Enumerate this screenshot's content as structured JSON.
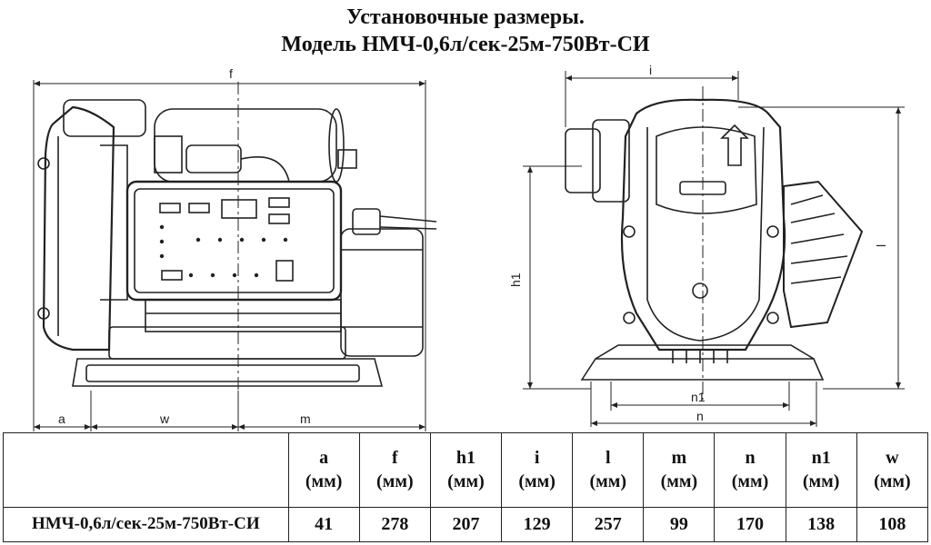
{
  "title": {
    "line1": "Установочные размеры.",
    "line2": "Модель НМЧ-0,6л/сек-25м-750Вт-СИ"
  },
  "dimension_labels": {
    "f": "f",
    "a": "a",
    "w": "w",
    "m": "m",
    "i": "i",
    "h1": "h1",
    "l": "l",
    "n1": "n1",
    "n": "n"
  },
  "table": {
    "columns": [
      {
        "key": "a",
        "unit": "(мм)"
      },
      {
        "key": "f",
        "unit": "(мм)"
      },
      {
        "key": "h1",
        "unit": "(мм)"
      },
      {
        "key": "i",
        "unit": "(мм)"
      },
      {
        "key": "l",
        "unit": "(мм)"
      },
      {
        "key": "m",
        "unit": "(мм)"
      },
      {
        "key": "n",
        "unit": "(мм)"
      },
      {
        "key": "n1",
        "unit": "(мм)"
      },
      {
        "key": "w",
        "unit": "(мм)"
      }
    ],
    "row": {
      "model": "НМЧ-0,6л/сек-25м-750Вт-СИ",
      "values": [
        "41",
        "278",
        "207",
        "129",
        "257",
        "99",
        "170",
        "138",
        "108"
      ]
    }
  }
}
